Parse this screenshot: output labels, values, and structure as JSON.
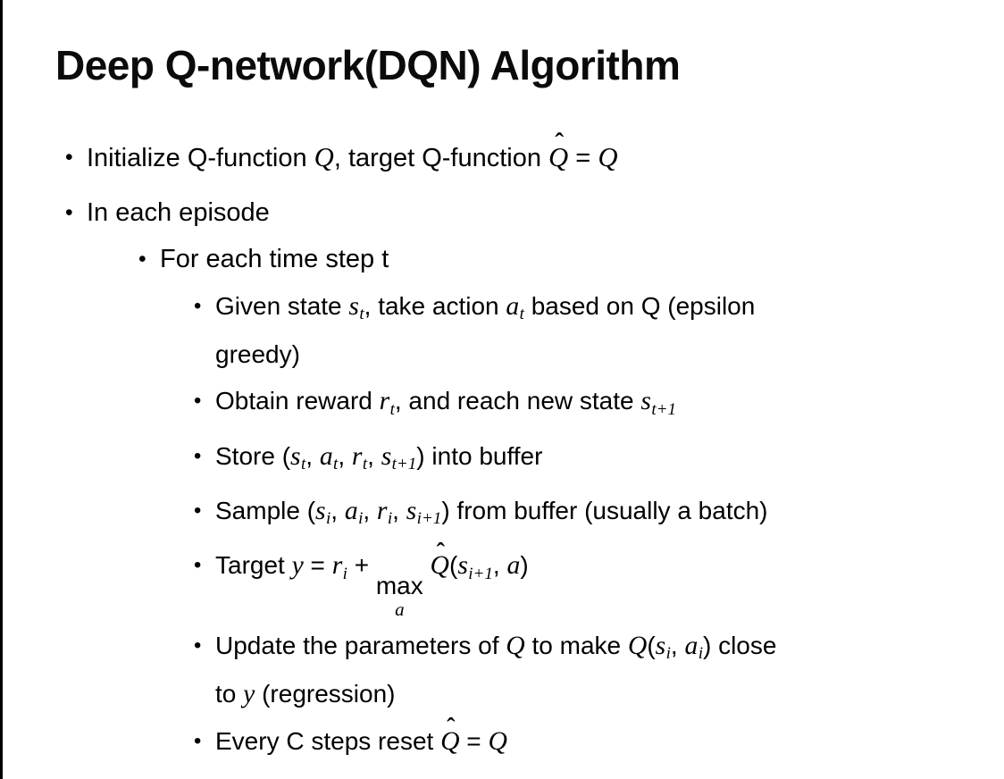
{
  "slide": {
    "title": "Deep Q-network(DQN) Algorithm",
    "bullet_marker": "•"
  },
  "colors": {
    "background": "#ffffff",
    "text": "#000000",
    "left_border_line": "#000000"
  },
  "bullets": [
    {
      "level": 1,
      "segments": [
        {
          "t": "Initialize Q-function "
        },
        {
          "v": "Q"
        },
        {
          "t": ", target Q-function "
        },
        {
          "hat": "Q"
        },
        {
          "t": " = "
        },
        {
          "v": "Q"
        }
      ]
    },
    {
      "level": 1,
      "segments": [
        {
          "t": "In each episode"
        }
      ]
    },
    {
      "level": 2,
      "segments": [
        {
          "t": "For each time step t"
        }
      ]
    },
    {
      "level": 3,
      "segments": [
        {
          "t": "Given state "
        },
        {
          "v": "s",
          "sub": "t"
        },
        {
          "t": ", take action "
        },
        {
          "v": "a",
          "sub": "t"
        },
        {
          "t": " based on Q (epsilon"
        },
        {
          "br": true
        },
        {
          "t": "greedy)"
        }
      ]
    },
    {
      "level": 3,
      "segments": [
        {
          "t": "Obtain reward "
        },
        {
          "v": "r",
          "sub": "t"
        },
        {
          "t": ", and reach new state "
        },
        {
          "v": "s",
          "sub": "t+1"
        }
      ]
    },
    {
      "level": 3,
      "segments": [
        {
          "t": "Store ("
        },
        {
          "v": "s",
          "sub": "t"
        },
        {
          "t": ", "
        },
        {
          "v": "a",
          "sub": "t"
        },
        {
          "t": ", "
        },
        {
          "v": "r",
          "sub": "t"
        },
        {
          "t": ", "
        },
        {
          "v": "s",
          "sub": "t+1"
        },
        {
          "t": ") into buffer"
        }
      ]
    },
    {
      "level": 3,
      "segments": [
        {
          "t": "Sample ("
        },
        {
          "v": "s",
          "sub": "i"
        },
        {
          "t": ", "
        },
        {
          "v": "a",
          "sub": "i"
        },
        {
          "t": ", "
        },
        {
          "v": "r",
          "sub": "i"
        },
        {
          "t": ", "
        },
        {
          "v": "s",
          "sub": "i+1"
        },
        {
          "t": ") from buffer (usually a batch)"
        }
      ]
    },
    {
      "level": 3,
      "segments": [
        {
          "t": "Target "
        },
        {
          "v": "y"
        },
        {
          "t": " = "
        },
        {
          "v": "r",
          "sub": "i"
        },
        {
          "t": " + "
        },
        {
          "max": "max",
          "under": "a"
        },
        {
          "t": " "
        },
        {
          "hat": "Q"
        },
        {
          "t": "("
        },
        {
          "v": "s",
          "sub": "i+1"
        },
        {
          "t": ", "
        },
        {
          "v": "a"
        },
        {
          "t": ")"
        }
      ]
    },
    {
      "level": 3,
      "segments": [
        {
          "t": "Update the parameters of "
        },
        {
          "v": "Q"
        },
        {
          "t": " to make "
        },
        {
          "v": "Q"
        },
        {
          "t": "("
        },
        {
          "v": "s",
          "sub": "i"
        },
        {
          "t": ", "
        },
        {
          "v": "a",
          "sub": "i"
        },
        {
          "t": ") close"
        },
        {
          "br": true
        },
        {
          "t": "to "
        },
        {
          "v": "y"
        },
        {
          "t": " (regression)"
        }
      ]
    },
    {
      "level": 3,
      "segments": [
        {
          "t": "Every C steps reset "
        },
        {
          "hat": "Q"
        },
        {
          "t": " = "
        },
        {
          "v": "Q"
        }
      ]
    }
  ]
}
